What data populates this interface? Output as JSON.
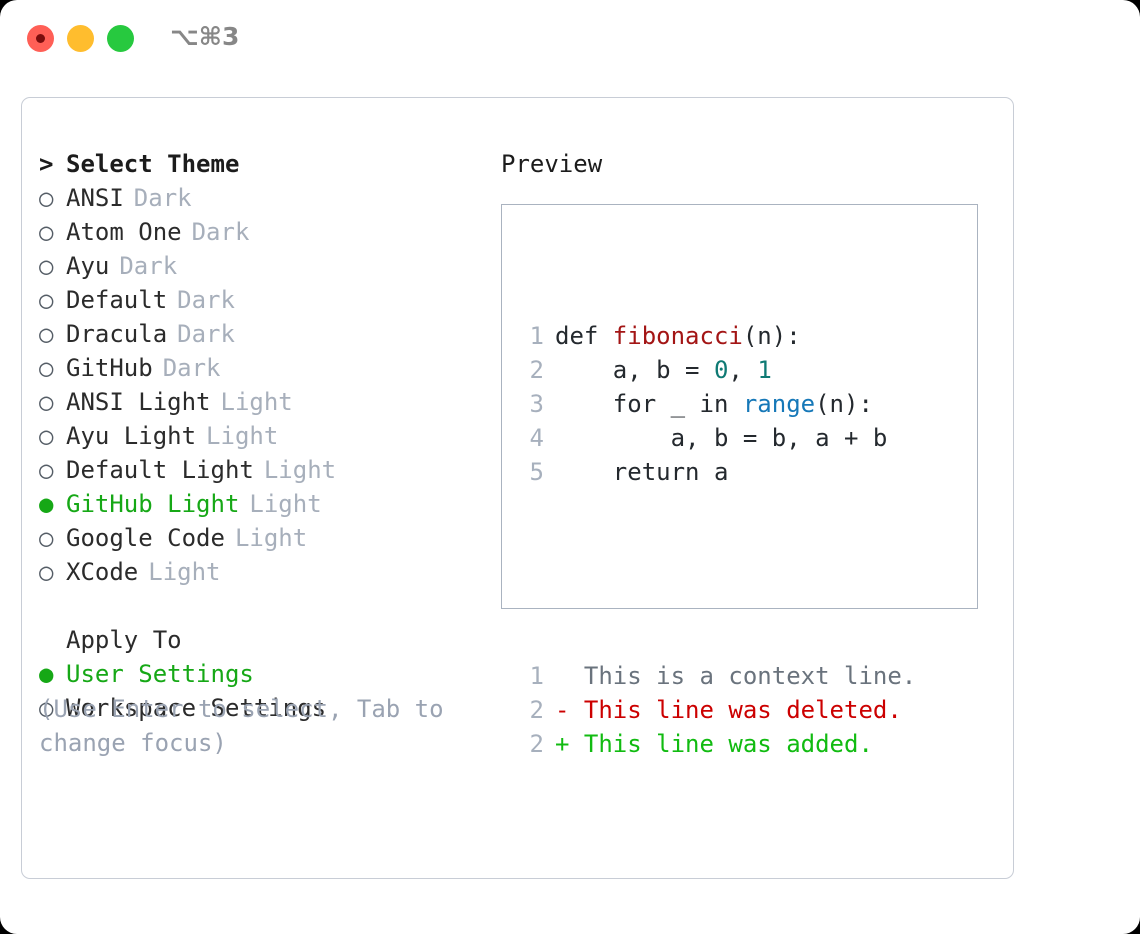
{
  "titlebar": {
    "shortcut": "⌥⌘3",
    "traffic_lights": [
      "close-red",
      "minimize-yellow",
      "maximize-green"
    ],
    "colors": {
      "red": "#ff5f56",
      "yellow": "#ffbd2e",
      "green": "#27c93f"
    }
  },
  "theme_picker": {
    "header_marker": ">",
    "header": "Select Theme",
    "unselected_marker": "○",
    "selected_marker": "●",
    "accent_color": "#16a816",
    "items": [
      {
        "name": "ANSI",
        "kind": "Dark",
        "selected": false
      },
      {
        "name": "Atom One",
        "kind": "Dark",
        "selected": false
      },
      {
        "name": "Ayu",
        "kind": "Dark",
        "selected": false
      },
      {
        "name": "Default",
        "kind": "Dark",
        "selected": false
      },
      {
        "name": "Dracula",
        "kind": "Dark",
        "selected": false
      },
      {
        "name": "GitHub",
        "kind": "Dark",
        "selected": false
      },
      {
        "name": "ANSI Light",
        "kind": "Light",
        "selected": false
      },
      {
        "name": "Ayu Light",
        "kind": "Light",
        "selected": false
      },
      {
        "name": "Default Light",
        "kind": "Light",
        "selected": false
      },
      {
        "name": "GitHub Light",
        "kind": "Light",
        "selected": true
      },
      {
        "name": "Google Code",
        "kind": "Light",
        "selected": false
      },
      {
        "name": "XCode",
        "kind": "Light",
        "selected": false
      }
    ]
  },
  "apply_to": {
    "header": "Apply To",
    "options": [
      {
        "name": "User Settings",
        "selected": true
      },
      {
        "name": "Workspace Settings",
        "selected": false
      }
    ]
  },
  "hint": "(Use Enter to select, Tab to change focus)",
  "preview": {
    "title": "Preview",
    "code_lines": [
      {
        "no": "1",
        "tokens": [
          {
            "t": "def ",
            "c": "plain"
          },
          {
            "t": "fibonacci",
            "c": "func"
          },
          {
            "t": "(n):",
            "c": "plain"
          }
        ]
      },
      {
        "no": "2",
        "tokens": [
          {
            "t": "    a, b = ",
            "c": "plain"
          },
          {
            "t": "0",
            "c": "num"
          },
          {
            "t": ", ",
            "c": "plain"
          },
          {
            "t": "1",
            "c": "num"
          }
        ]
      },
      {
        "no": "3",
        "tokens": [
          {
            "t": "    for _ in ",
            "c": "plain"
          },
          {
            "t": "range",
            "c": "builtin"
          },
          {
            "t": "(n):",
            "c": "plain"
          }
        ]
      },
      {
        "no": "4",
        "tokens": [
          {
            "t": "        a, b = b, a + b",
            "c": "plain"
          }
        ]
      },
      {
        "no": "5",
        "tokens": [
          {
            "t": "    return a",
            "c": "plain"
          }
        ]
      }
    ],
    "diff_lines": [
      {
        "no": "1",
        "sign": " ",
        "text": " This is a context line.",
        "kind": "context"
      },
      {
        "no": "2",
        "sign": "-",
        "text": " This line was deleted.",
        "kind": "deleted"
      },
      {
        "no": "2",
        "sign": "+",
        "text": " This line was added.",
        "kind": "added"
      }
    ],
    "syntax_colors": {
      "plain": "#24292e",
      "function": "#a31515",
      "number": "#0f7a74",
      "builtin": "#1678b8",
      "line_number": "#a7b0bd",
      "diff_context": "#6a737d",
      "diff_deleted": "#cc0000",
      "diff_added": "#11bb11"
    }
  }
}
